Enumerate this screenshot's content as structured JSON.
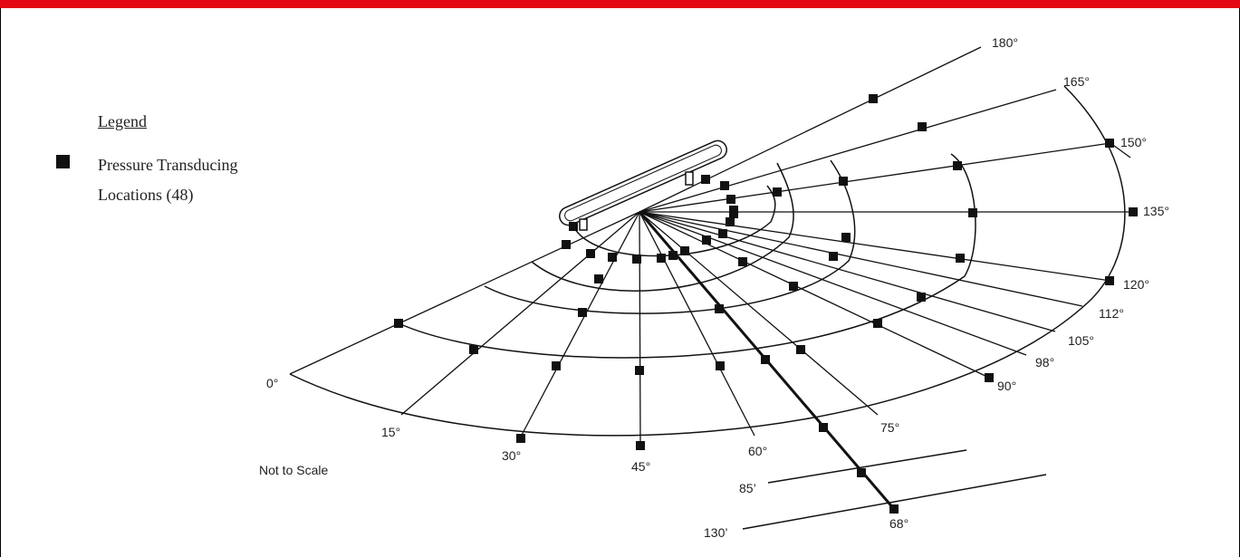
{
  "legend": {
    "title": "Legend",
    "item_line1": "Pressure Transducing",
    "item_line2": "Locations (48)"
  },
  "note": "Not to Scale",
  "diagram": {
    "angle_labels": [
      "0°",
      "15°",
      "30°",
      "45°",
      "60°",
      "75°",
      "90°",
      "98°",
      "105°",
      "112°",
      "120°",
      "135°",
      "150°",
      "165°",
      "180°",
      "68°"
    ],
    "distance_labels": [
      "85’",
      "130’"
    ],
    "colors": {
      "accent_bar": "#e30613",
      "ink": "#111111"
    }
  }
}
